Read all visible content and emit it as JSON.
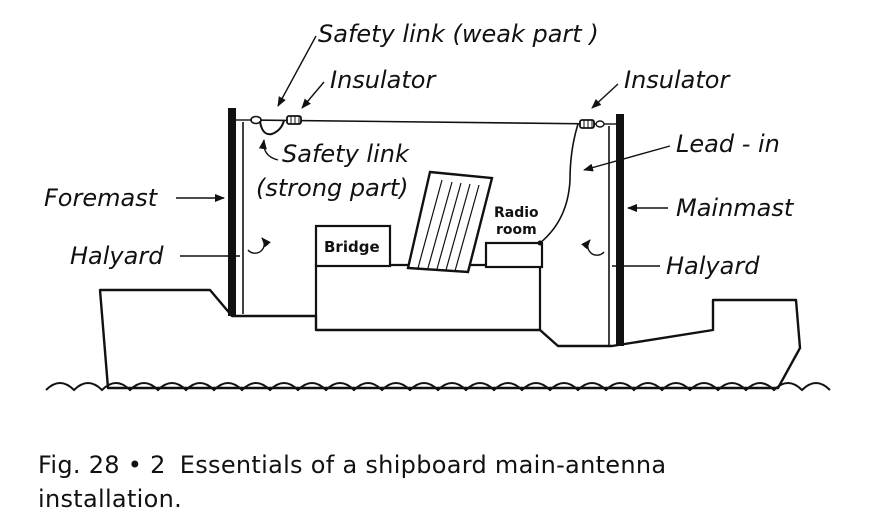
{
  "labels": {
    "safety_link_weak": "Safety link (weak part )",
    "insulator_left": "Insulator",
    "insulator_right": "Insulator",
    "safety_link_strong_line1": "Safety link",
    "safety_link_strong_line2": "(strong part)",
    "lead_in": "Lead - in",
    "foremast": "Foremast",
    "mainmast": "Mainmast",
    "halyard_left": "Halyard",
    "halyard_right": "Halyard",
    "bridge": "Bridge",
    "radio_room_line1": "Radio",
    "radio_room_line2": "room"
  },
  "caption": {
    "number": "Fig. 28 • 2",
    "text_line1": "Essentials of a shipboard main-antenna",
    "text_line2": "installation."
  }
}
